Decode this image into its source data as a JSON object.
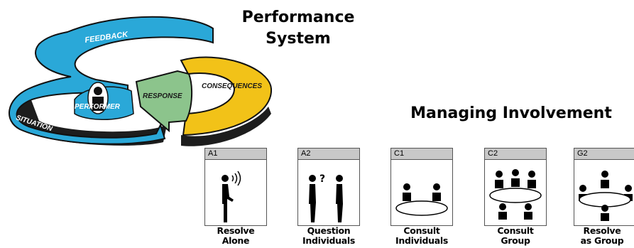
{
  "performance_title": {
    "line1": "Performance",
    "line2": "System"
  },
  "loop_labels": {
    "feedback": "FEEDBACK",
    "situation": "SITUATION",
    "performer": "PERFORMER",
    "response": "RESPONSE",
    "consequences": "CONSEQUENCES"
  },
  "colors": {
    "loop_blue": "#2aa8d8",
    "response_green": "#8cc48c",
    "consequences_yellow": "#f2c218"
  },
  "managing_title": "Managing Involvement",
  "cards": [
    {
      "code": "A1",
      "label_line1": "Resolve",
      "label_line2": "Alone",
      "icon": "single-person-speaking-icon"
    },
    {
      "code": "A2",
      "label_line1": "Question",
      "label_line2": "Individuals",
      "icon": "two-people-question-icon"
    },
    {
      "code": "C1",
      "label_line1": "Consult",
      "label_line2": "Individuals",
      "icon": "two-people-table-icon"
    },
    {
      "code": "C2",
      "label_line1": "Consult",
      "label_line2": "Group",
      "icon": "group-at-table-icon"
    },
    {
      "code": "G2",
      "label_line1": "Resolve",
      "label_line2": "as Group",
      "icon": "group-around-table-icon"
    }
  ]
}
